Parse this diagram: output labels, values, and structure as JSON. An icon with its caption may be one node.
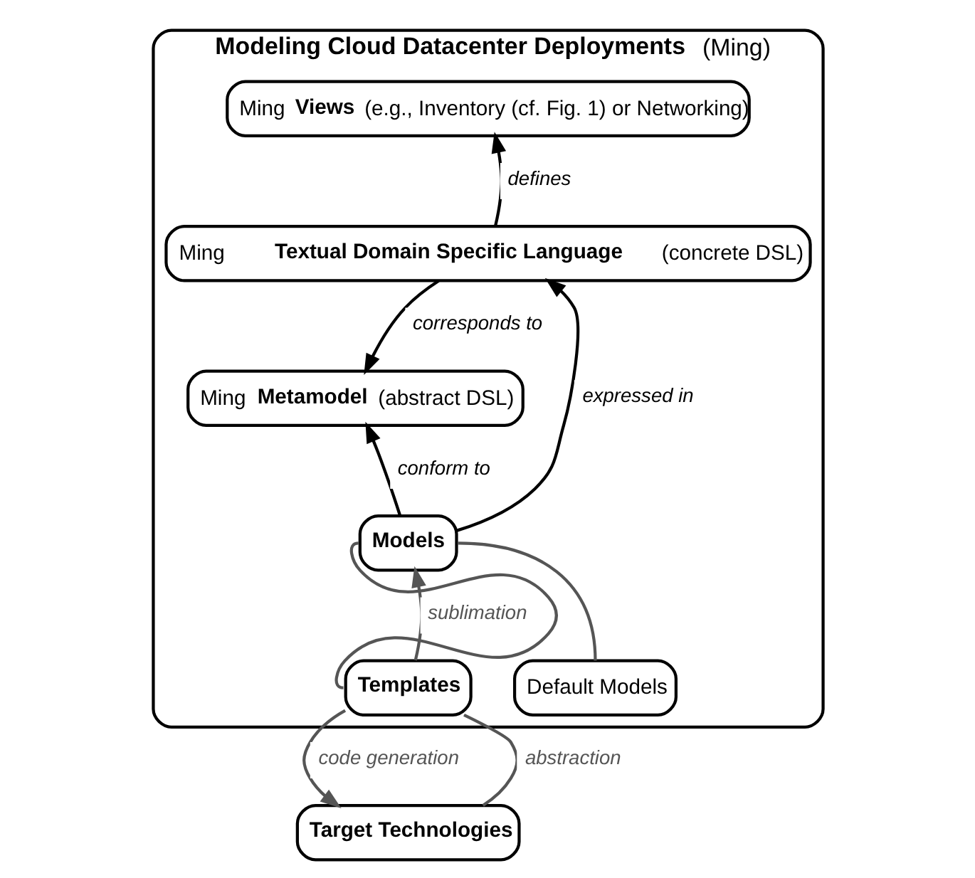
{
  "diagram": {
    "nodes": [
      {
        "text": [
          "**Modeling Cloud Datacenter Deployments** (Ming)"
        ]
      },
      {
        "text": [
          "Ming **Views** (e.g., Inventory (cf. Fig. 1) or Networking)"
        ],
        "in": 0
      },
      {
        "text": [
          "Ming **Textual Domain Specific Language** (concrete DSL)"
        ],
        "in": 0
      },
      {
        "text": [
          "Ming **Metamodel** (abstract DSL)"
        ],
        "in": 0
      },
      {
        "text": [
          "Models"
        ],
        "in": 0
      },
      {
        "text": [
          "Templates"
        ],
        "in": 0
      },
      {
        "text": [
          "Default Models"
        ],
        "in": 0
      },
      {
        "text": [
          "Target Technologies"
        ]
      }
    ],
    "edges": [
      {
        "from": 2,
        "to": 1,
        "arrow": "to",
        "label": "defines"
      },
      {
        "from": 2,
        "to": 3,
        "arrow": "to",
        "label": "corresponds to"
      },
      {
        "from": 4,
        "to": 2,
        "arrow": "to",
        "label": "expressed in"
      },
      {
        "from": 4,
        "to": 3,
        "arrow": "to",
        "label": "conform to"
      },
      {
        "from": 5,
        "to": 4,
        "arrow": "to",
        "label": "sublimation",
        "color": "#555555"
      },
      {
        "from": 5,
        "to": 4,
        "arrow": "none",
        "color": "#555555"
      },
      {
        "from": 6,
        "to": 4,
        "arrow": "none",
        "color": "#555555"
      },
      {
        "from": 5,
        "to": 7,
        "arrow": "to",
        "label": "code generation",
        "color": "#555555"
      },
      {
        "from": 7,
        "to": 5,
        "arrow": "none",
        "label": "abstraction",
        "color": "#555555"
      }
    ]
  }
}
